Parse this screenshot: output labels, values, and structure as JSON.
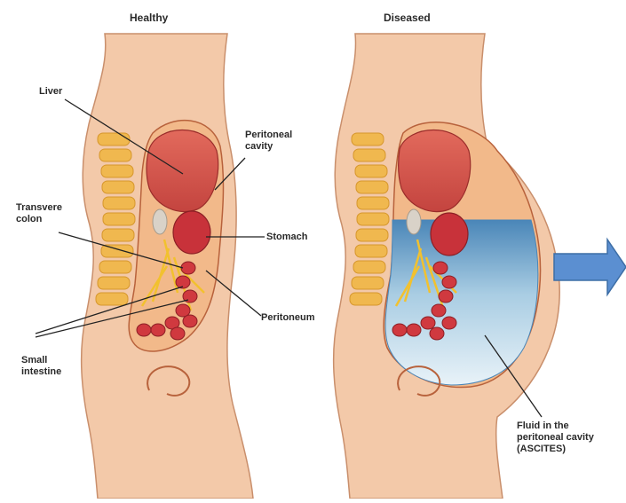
{
  "panels": {
    "healthy": {
      "title": "Healthy",
      "labels": {
        "liver": "Liver",
        "peritoneal_cavity": "Peritoneal\ncavity",
        "transverse_colon": "Transvere\ncolon",
        "stomach": "Stomach",
        "peritoneum": "Peritoneum",
        "small_intestine": "Small\nintestine"
      }
    },
    "diseased": {
      "title": "Diseased",
      "labels": {
        "fluid": "Fluid in the\nperitoneal cavity\n(ASCITES)"
      }
    }
  },
  "colors": {
    "skin": "#f3c9a9",
    "skin_outline": "#c98f6c",
    "cavity": "#f2b98a",
    "liver": "#d0504a",
    "organ_red": "#c8323a",
    "mesentery": "#f2c12e",
    "spine": "#f0b84f",
    "fluid_top": "#4a86b8",
    "fluid_bottom": "#e6f1f7",
    "arrow": "#5b8fd1",
    "arrow_outline": "#3d6ea6"
  }
}
